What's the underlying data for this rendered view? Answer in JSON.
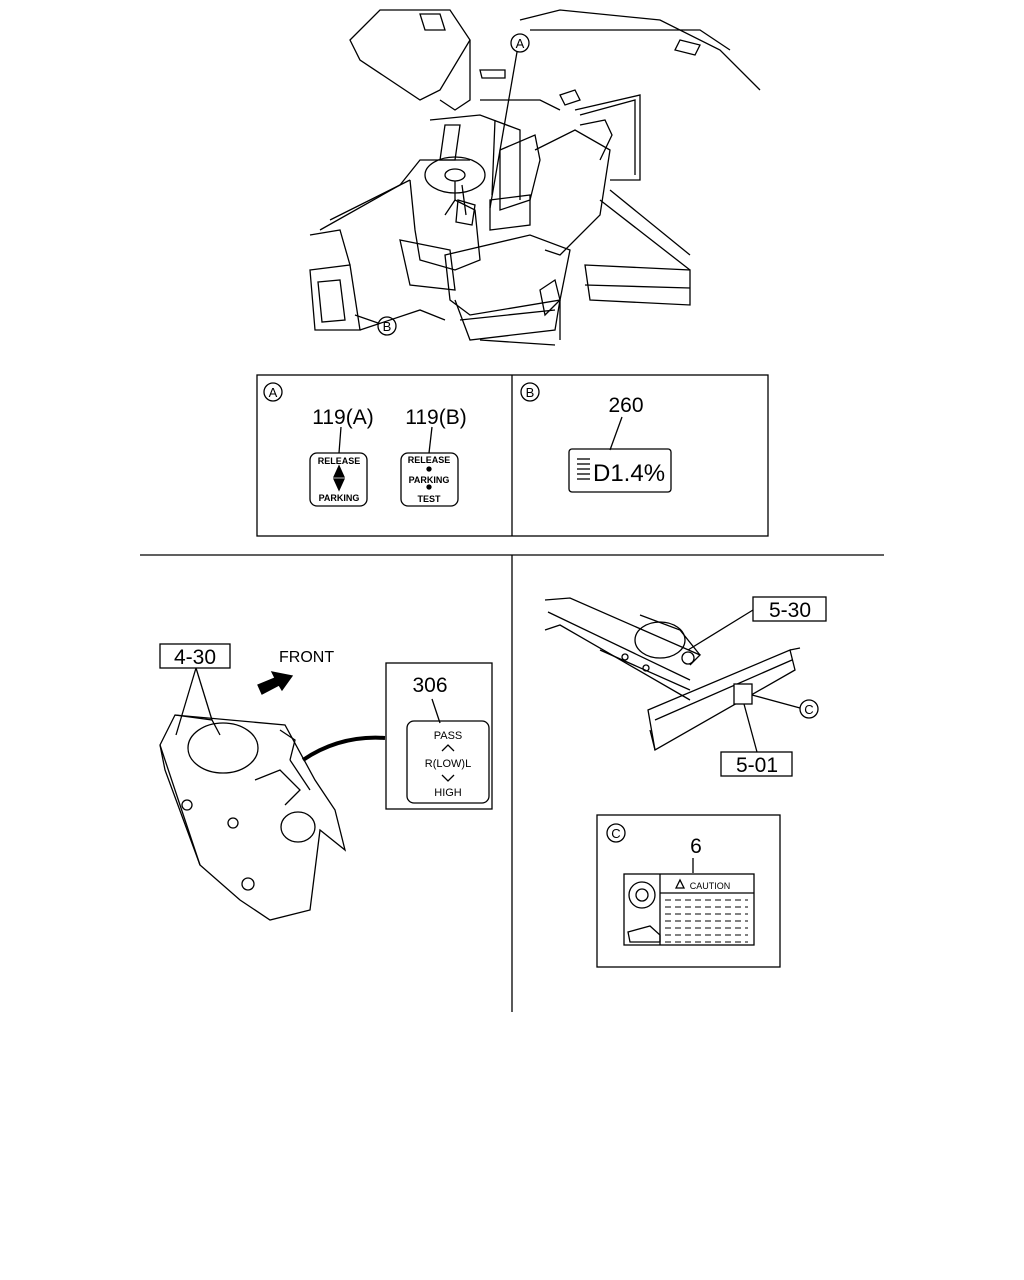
{
  "callouts": {
    "a": "A",
    "b": "B",
    "c": "C"
  },
  "panel_a": {
    "part_119a": "119(A)",
    "part_119b": "119(B)",
    "label_119a": {
      "top": "RELEASE",
      "bottom": "PARKING"
    },
    "label_119b": {
      "line1": "RELEASE",
      "line2": "PARKING",
      "line3": "TEST"
    }
  },
  "panel_b": {
    "part": "260",
    "label_text": "D1.4%"
  },
  "lower_left": {
    "ref_box": "4-30",
    "front_label": "FRONT",
    "part": "306",
    "label_306": {
      "top": "PASS",
      "middle": "R(LOW)L",
      "bottom": "HIGH"
    }
  },
  "lower_right": {
    "ref_top": "5-30",
    "ref_bottom": "5-01",
    "part": "6",
    "caution_label": "CAUTION"
  }
}
